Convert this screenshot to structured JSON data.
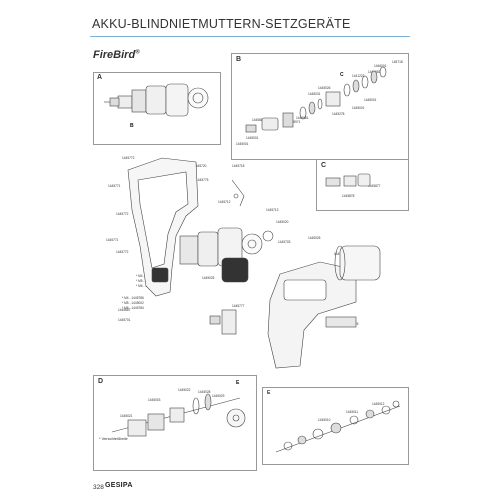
{
  "header": {
    "title": "AKKU-BLINDNIETMUTTERN-SETZGERÄTE",
    "brand": "FireBird",
    "brand_mark": "®"
  },
  "panels": {
    "A": "A",
    "B": "B",
    "C": "C",
    "D": "D",
    "E": "E"
  },
  "callouts": {
    "a_b": "B",
    "b_c": "C",
    "main_a": "A",
    "d_e": "E"
  },
  "part_numbers": {
    "b": [
      "145718",
      "1446001",
      "1445883",
      "1441222",
      "1445026",
      "1445031",
      "1445001",
      "1445001",
      "1445278",
      "1445881",
      "1445971",
      "1445881",
      "1445001",
      "1445001"
    ],
    "c": [
      "1445877",
      "1445878"
    ],
    "main_left": [
      "1445772",
      "1445771",
      "1445772",
      "1445771",
      "1445772"
    ],
    "main_top": [
      "1445720",
      "1445718",
      "1445775",
      "1445712",
      "1445713",
      "1445020"
    ],
    "main_center": [
      "1445025",
      "1445887",
      "1445701",
      "1445777"
    ],
    "main_right": [
      "1445025",
      "1445703",
      "1445887",
      "1445775"
    ],
    "lists": [
      "* M4 - 1445886",
      "* M5 - 1445887",
      "* M6 - 1445884",
      "* M4 - 1445786",
      "* M5 - 1445002",
      "* M6 - 1445784"
    ],
    "d_parts": [
      "1445021",
      "1445003",
      "1445022",
      "1445028",
      "1445029"
    ],
    "e_parts": [
      "1445010",
      "1445011",
      "1445012"
    ]
  },
  "footer": {
    "note": "* Verschleißteile",
    "page": "328",
    "logo": "GESIPA"
  },
  "colors": {
    "rule": "#7fb3d6",
    "panel_border": "#999999",
    "drawing": "#444444"
  }
}
